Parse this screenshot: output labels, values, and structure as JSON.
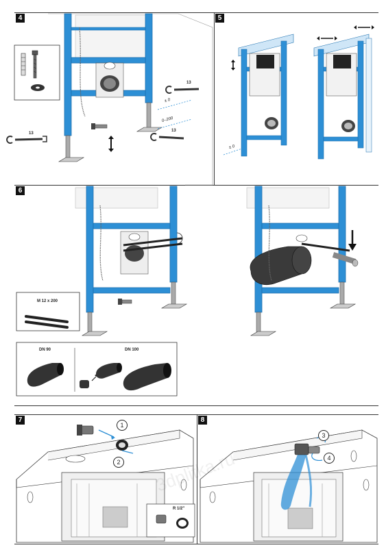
{
  "steps": {
    "s4": "4",
    "s5": "5",
    "s6": "6",
    "s7": "7",
    "s8": "8"
  },
  "labels": {
    "wrench_13_a": "13",
    "wrench_13_b": "13",
    "wrench_13_c": "13",
    "height_pm0": "± 0",
    "height_0_200": "0–200",
    "height_pm0_5": "± 0",
    "rods": "M 12 x 200",
    "dn90": "DN 90",
    "dn100": "DN 100",
    "r_half": "R 1/2\"",
    "c1": "1",
    "c2": "2",
    "c3": "3",
    "c4": "4"
  },
  "watermark": "3dplitka.ru",
  "colors": {
    "frame_blue": "#2d8fd5",
    "frame_blue_dark": "#1c6fae",
    "line": "#333333",
    "dark_part": "#3a3a3a"
  }
}
